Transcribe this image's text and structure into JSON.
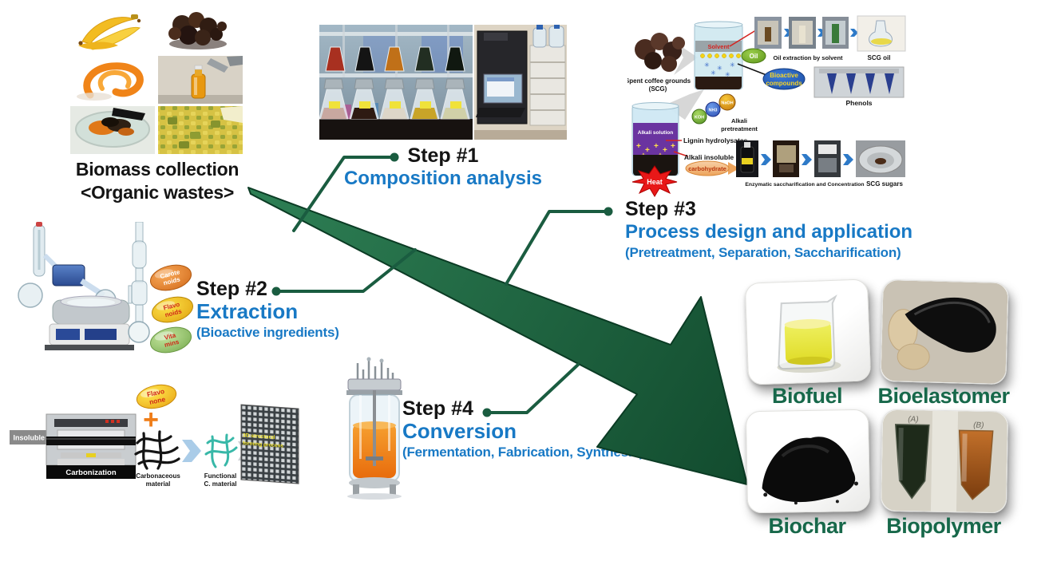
{
  "biomass": {
    "title": "Biomass collection",
    "subtitle": "<Organic wastes>",
    "photos": [
      "banana-peel",
      "spent-coffee-grounds",
      "orange-peel",
      "oil-bottle",
      "food-scrap-bowl",
      "pineapple-waste"
    ]
  },
  "steps": {
    "step1": {
      "label": "Step #1",
      "title": "Composition analysis"
    },
    "step2": {
      "label": "Step #2",
      "title": "Extraction",
      "subtitle": "(Bioactive ingredients)"
    },
    "step3": {
      "label": "Step #3",
      "title": "Process design and application",
      "subtitle": "(Pretreatment, Separation, Saccharification)"
    },
    "step4": {
      "label": "Step #4",
      "title": "Conversion",
      "subtitle": "(Fermentation, Fabrication, Synthesis)"
    }
  },
  "extraction": {
    "discs": [
      {
        "l1": "Carote",
        "l2": "noids"
      },
      {
        "l1": "Flavo",
        "l2": "noids"
      },
      {
        "l1": "Vita",
        "l2": "mins"
      }
    ]
  },
  "scg": {
    "scg_line1": "Spent coffee grounds",
    "scg_line2": "(SCG)",
    "solvent": "Solvent",
    "oil": "Oil",
    "oil_caption": "Oil extraction by solvent",
    "scg_oil": "SCG oil",
    "bioactive1": "Bioactive",
    "bioactive2": "compounds",
    "phenols": "Phenols",
    "alkali_solution": "Alkali solution",
    "heat": "Heat",
    "ball_koh": "KOH",
    "ball_nh3": "NH3",
    "ball_naoh": "NaOH",
    "pretreat1": "Alkali",
    "pretreat2": "pretreatment",
    "lignin": "Lignin hydrolysates",
    "insoluble": "Alkali insoluble",
    "carbohydrate": "carbohydrate",
    "sacch_caption": "Enzymatic saccharification and Concentration",
    "scg_sugars": "SCG sugars"
  },
  "carb": {
    "insoluble_residues": "Insoluble residues",
    "carbonization": "Carbonization",
    "flav1": "Flavo",
    "flav2": "none",
    "plus": "+",
    "carbonaceous1": "Carbonaceous",
    "carbonaceous2": "material",
    "functional1": "Functional",
    "functional2": "C. material",
    "mesh1": "3D-structural",
    "mesh2": "forming process"
  },
  "products": [
    {
      "label": "Biofuel",
      "image": "beaker-yellow-liquid"
    },
    {
      "label": "Bioelastomer",
      "image": "black-elastomer-film"
    },
    {
      "label": "Biochar",
      "image": "black-powder-pile"
    },
    {
      "label": "Biopolymer",
      "image": "two-vials",
      "vial_a": "(A)",
      "vial_b": "(B)"
    }
  ],
  "colors": {
    "arrow_green": "#1a5c40",
    "label_green": "#17684a",
    "step_blue": "#1879c5",
    "text_black": "#141414"
  }
}
